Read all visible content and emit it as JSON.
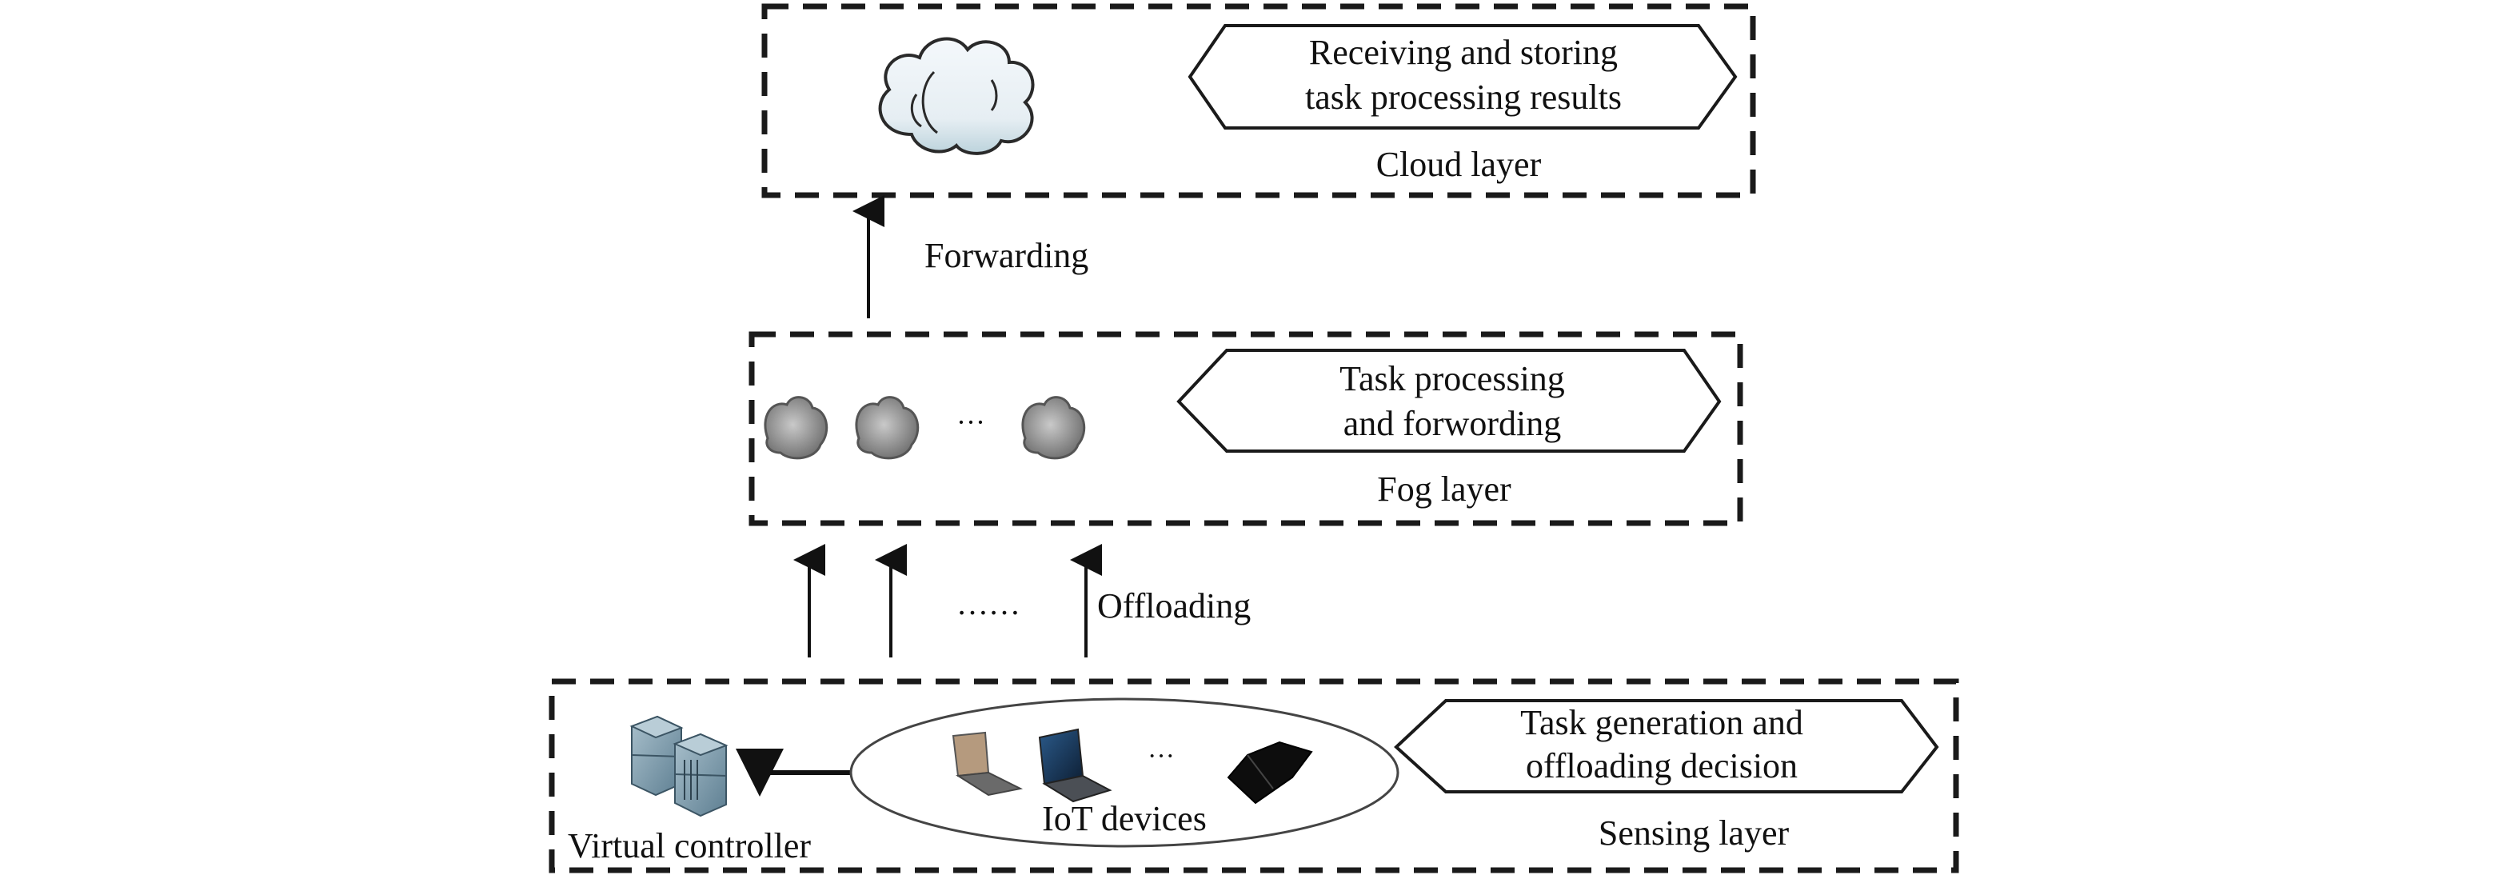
{
  "layers": {
    "cloud": {
      "title": "Cloud layer",
      "role_lines": [
        "Receiving and storing",
        "task processing results"
      ]
    },
    "fog": {
      "title": "Fog layer",
      "role_lines": [
        "Task processing",
        "and forwording"
      ],
      "node_ellipsis": "···"
    },
    "sensing": {
      "title": "Sensing layer",
      "role_lines": [
        "Task generation and",
        "offloading decision"
      ],
      "controller_label": "Virtual controller",
      "devices_label": "IoT devices",
      "device_ellipsis": "···"
    }
  },
  "links": {
    "forwarding_label": "Forwarding",
    "offloading_label": "Offloading",
    "offloading_ellipsis": "……"
  },
  "colors": {
    "border": "#1a1a1a",
    "cloud_fill": "#e8f0f5",
    "cloud_shade": "#bcd3dc",
    "fog_fill": "#8a8a8a",
    "server_fill": "#7d9aab"
  }
}
